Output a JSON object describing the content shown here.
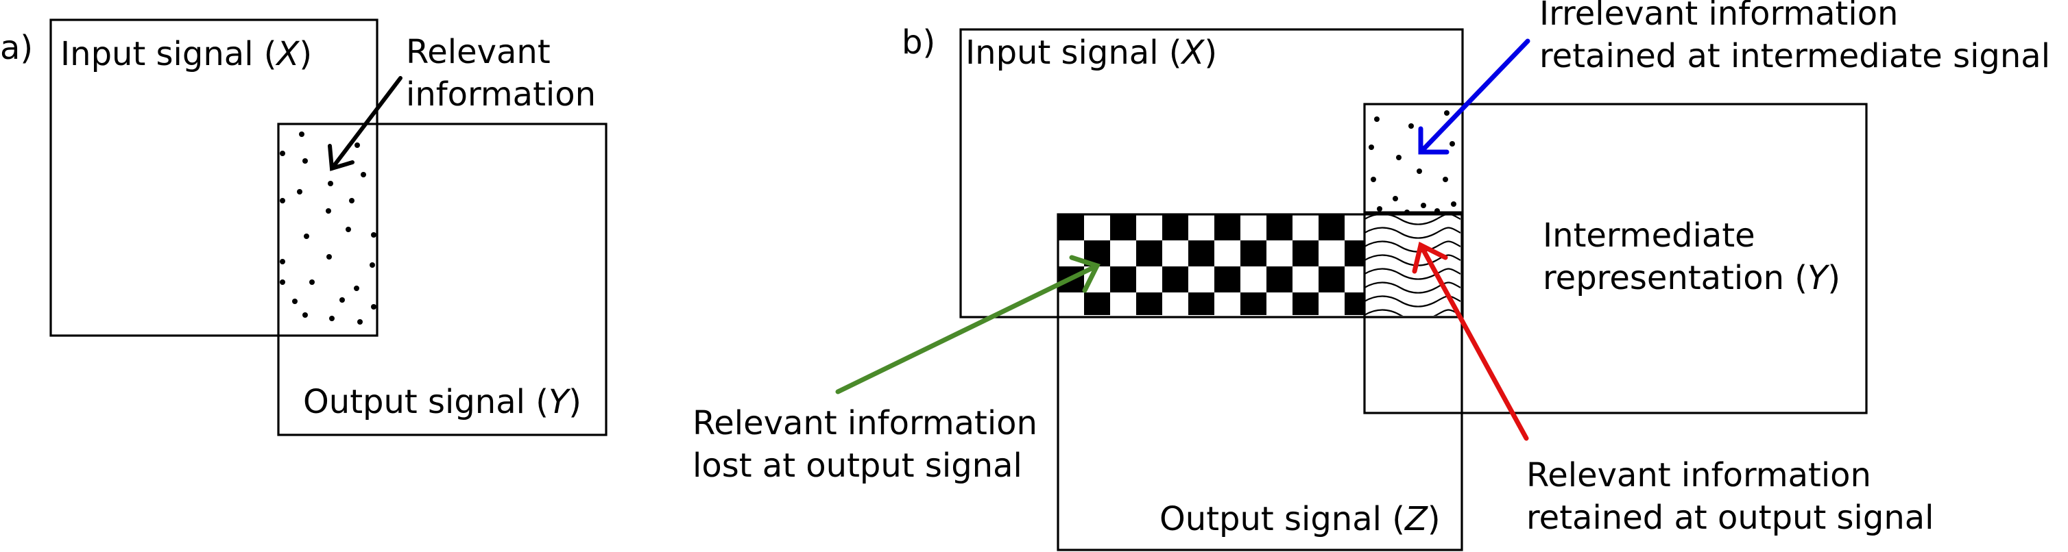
{
  "panel_a": {
    "label": "a)",
    "input_box": {
      "text": "Input signal (",
      "var": "X",
      "close": ")"
    },
    "output_box": {
      "text": "Output signal (",
      "var": "Y",
      "close": ")"
    },
    "annotation": {
      "line1": "Relevant",
      "line2": "information",
      "arrow_color": "#000000"
    }
  },
  "panel_b": {
    "label": "b)",
    "input_box": {
      "text": "Input signal (",
      "var": "X",
      "close": ")"
    },
    "intermediate_box": {
      "line1": "Intermediate",
      "line2": "representation (",
      "var": "Y",
      "close": ")"
    },
    "output_box": {
      "text": "Output signal (",
      "var": "Z",
      "close": ")"
    },
    "irrelevant_annotation": {
      "line1": "Irrelevant information",
      "line2": "retained at intermediate signal",
      "arrow_color": "#0000e6"
    },
    "lost_annotation": {
      "line1": "Relevant information",
      "line2": "lost at output signal",
      "arrow_color": "#4a8a2a"
    },
    "retained_annotation": {
      "line1": "Relevant information",
      "line2": "retained at output signal",
      "arrow_color": "#e01010"
    }
  }
}
